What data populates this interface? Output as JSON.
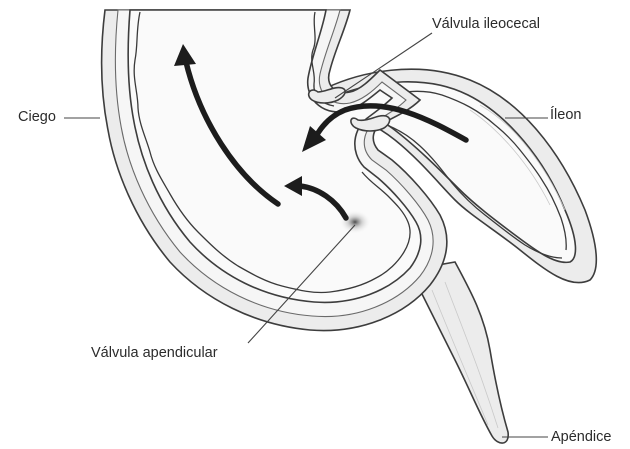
{
  "labels": {
    "valvula_ileocecal": "Válvula ileocecal",
    "ileon": "Íleon",
    "ciego": "Ciego",
    "valvula_apendicular": "Válvula apendicular",
    "apendice": "Apéndice"
  },
  "colors": {
    "outline": "#3d3d3d",
    "arrow": "#1c1c1c",
    "wall_shade": "#ececec",
    "lumen": "#fafafa",
    "text": "#2b2b2b"
  }
}
